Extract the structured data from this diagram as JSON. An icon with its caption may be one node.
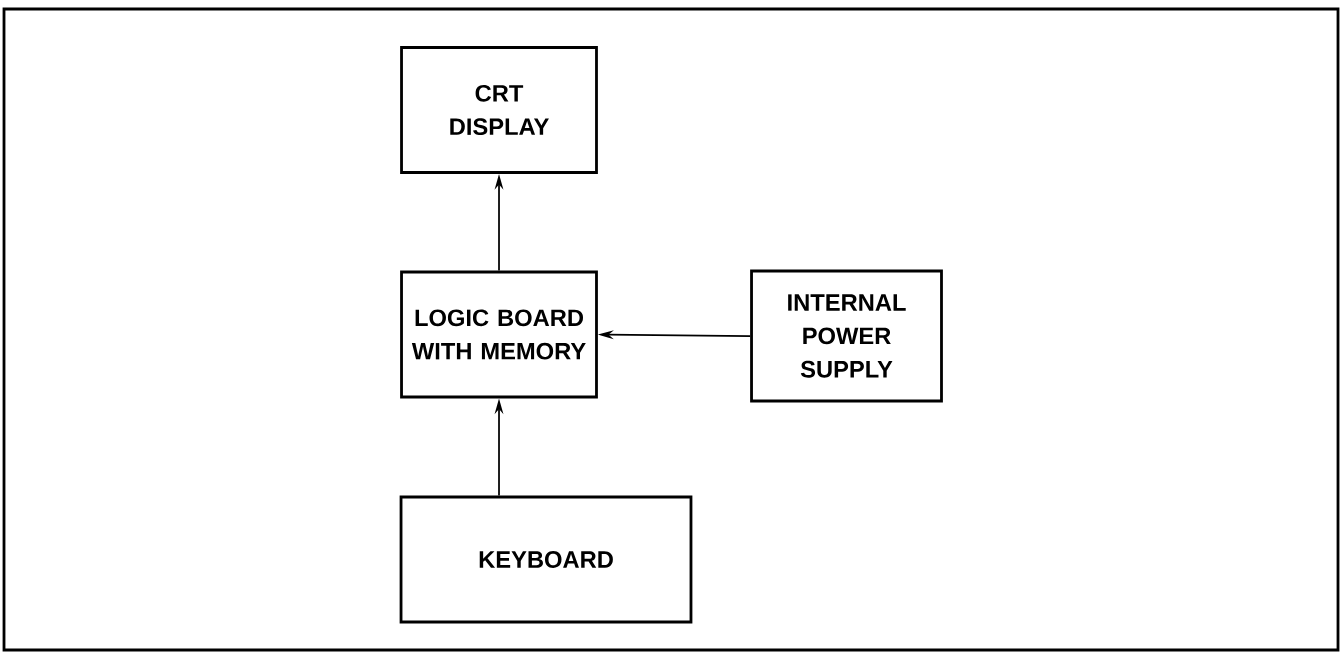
{
  "diagram": {
    "nodes": [
      {
        "text": [
          "CRT DISPLAY"
        ]
      },
      {
        "text": [
          "LOGIC BOARD WITH MEMORY"
        ]
      },
      {
        "text": [
          "INTERNAL POWER SUPPLY"
        ]
      },
      {
        "text": [
          "KEYBOARD"
        ]
      }
    ],
    "edges": [
      {
        "from": 1,
        "to": 0,
        "arrow": "to"
      },
      {
        "from": 2,
        "to": 1,
        "arrow": "to"
      },
      {
        "from": 3,
        "to": 1,
        "arrow": "to"
      }
    ]
  }
}
